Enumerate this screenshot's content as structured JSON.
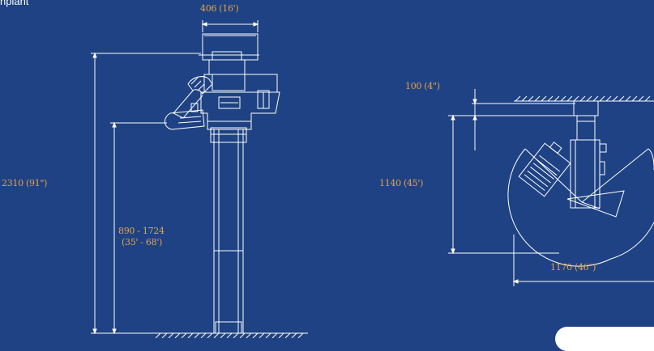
{
  "header": {
    "partial_title": "nplant"
  },
  "dimensions": {
    "head_width": "406 (16')",
    "total_height": "2310 (91\")",
    "arm_height_range_line1": "890 - 1724",
    "arm_height_range_line2": "(35' - 68')",
    "ceiling_gap": "100 (4\")",
    "side_height": "1140 (45')",
    "swing_width": "1170 (46\")"
  },
  "colors": {
    "background": "#1e4283",
    "lines": "#ffffff",
    "dimension_text": "#e8a24a"
  }
}
